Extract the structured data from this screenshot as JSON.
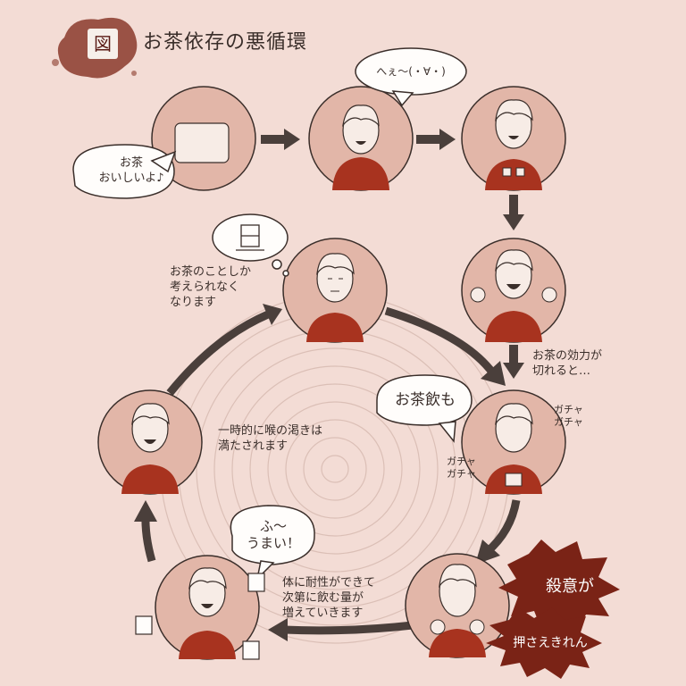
{
  "title": {
    "badge": "図",
    "text": "お茶依存の悪循環"
  },
  "bubbles": {
    "oishii": "お茶\nおいしいよ♪",
    "hee": "へぇ～(・∀・)",
    "ocha_nomu": "お茶飲も",
    "fuu": "ふ～\nうまい！"
  },
  "notes": {
    "koka": "お茶の効力が\n切れると…",
    "kotoshika": "お茶のことしか\n考えられなく\nなります",
    "ichiji": "一時的に喉の渇きは\n満たされます",
    "tai": "体に耐性ができて\n次第に飲む量が\n増えていきます"
  },
  "sfx": {
    "gacha1": "ガチャ\nガチャ",
    "gacha2": "ガチャ\nガチャ",
    "satsui": "殺意が",
    "osae": "押さえきれん"
  },
  "colors": {
    "background": "#f3dcd5",
    "circle_fill": "#e2b6a8",
    "shirt": "#a8331f",
    "arrow": "#4a3f3b",
    "burst": "#7a2316"
  }
}
